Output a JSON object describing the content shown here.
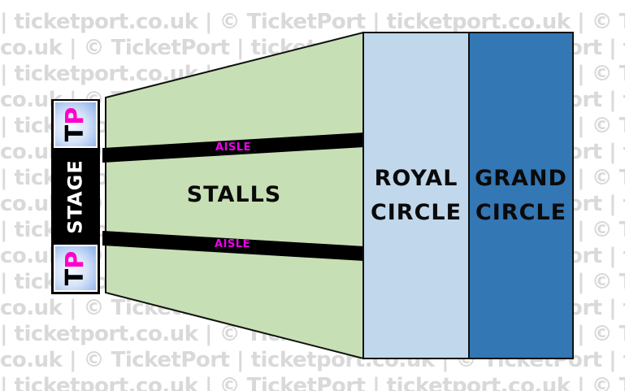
{
  "watermark": {
    "row_count": 15,
    "row_phase_a": "| ticketport.co.uk | © TicketPort | ticketport.co.uk | © TicketPort | ticketport.co.uk",
    "row_phase_b": "co.uk | © TicketPort | ticketport.co.uk | © TicketPort | ticketport.co.uk | © TicketPort",
    "color": "#d9d9d9"
  },
  "stage": {
    "label": "STAGE"
  },
  "logo": {
    "letter_t": "T",
    "letter_p": "P",
    "t_color": "#000000",
    "p_color": "#ff00cc"
  },
  "sections": {
    "stalls": {
      "label": "STALLS",
      "fill": "#c7dfb4"
    },
    "royal_circle": {
      "line1": "ROYAL",
      "line2": "CIRCLE",
      "fill": "#c1d8ec"
    },
    "grand_circle": {
      "line1": "GRAND",
      "line2": "CIRCLE",
      "fill": "#3377b4"
    },
    "aisle_top": {
      "label": "AISLE"
    },
    "aisle_bottom": {
      "label": "AISLE"
    },
    "aisle_label_color": "#ee00ee",
    "outline_color": "#111111"
  }
}
